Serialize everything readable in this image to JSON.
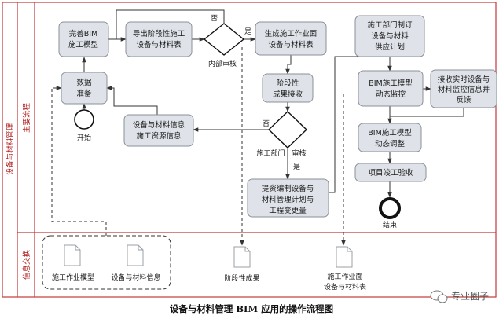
{
  "lanes": {
    "outer_title": "设备与材料管理",
    "main_title": "主要流程",
    "info_title": "信息交换"
  },
  "nodes": {
    "wanshan": [
      "完善BIM",
      "施工模型"
    ],
    "daochu": [
      "导出阶段性施工",
      "设备与材料表"
    ],
    "shengcheng": [
      "生成施工作业面",
      "设备与材料表"
    ],
    "gongying": [
      "施工部门制订",
      "设备与材料",
      "供应计划"
    ],
    "shuju": [
      "数据",
      "准备"
    ],
    "kaishi": "开始",
    "neibushenhe": "内部审核",
    "jieduan_jieshou": [
      "阶段性",
      "成果接收"
    ],
    "dongtai_jiankong": [
      "BIM施工模型",
      "动态监控"
    ],
    "jieshou_shishi": [
      "接收实时设备与",
      "材料监控信息并",
      "反馈"
    ],
    "ziyuan": [
      "设备与材料信息",
      "施工资源信息"
    ],
    "shigong_shenhe": "施工部门　审核",
    "dongtai_tiaozheng": [
      "BIM施工模型",
      "动态调整"
    ],
    "tijiao": [
      "提资编制设备与",
      "材料管理计划与",
      "工程变更量"
    ],
    "yanshou": "项目竣工验收",
    "jieshu": "结束"
  },
  "edges": {
    "no1": "否",
    "yes1": "是",
    "no2": "否",
    "yes2": "是"
  },
  "docs": {
    "zuoye_moxing": "施工作业模型",
    "cailiao_xinxi": "设备与材料信息",
    "jieduan_chengguo": "阶段性成果",
    "zuoyemian": [
      "施工作业面",
      "设备与材料表"
    ]
  },
  "caption": "设备与材料管理 BIM 应用的操作流程图",
  "watermark": "专业圈子",
  "colors": {
    "lane_border": "#c43a3a",
    "process_fill": "#dfe3e9",
    "process_stroke": "#8a9097"
  }
}
